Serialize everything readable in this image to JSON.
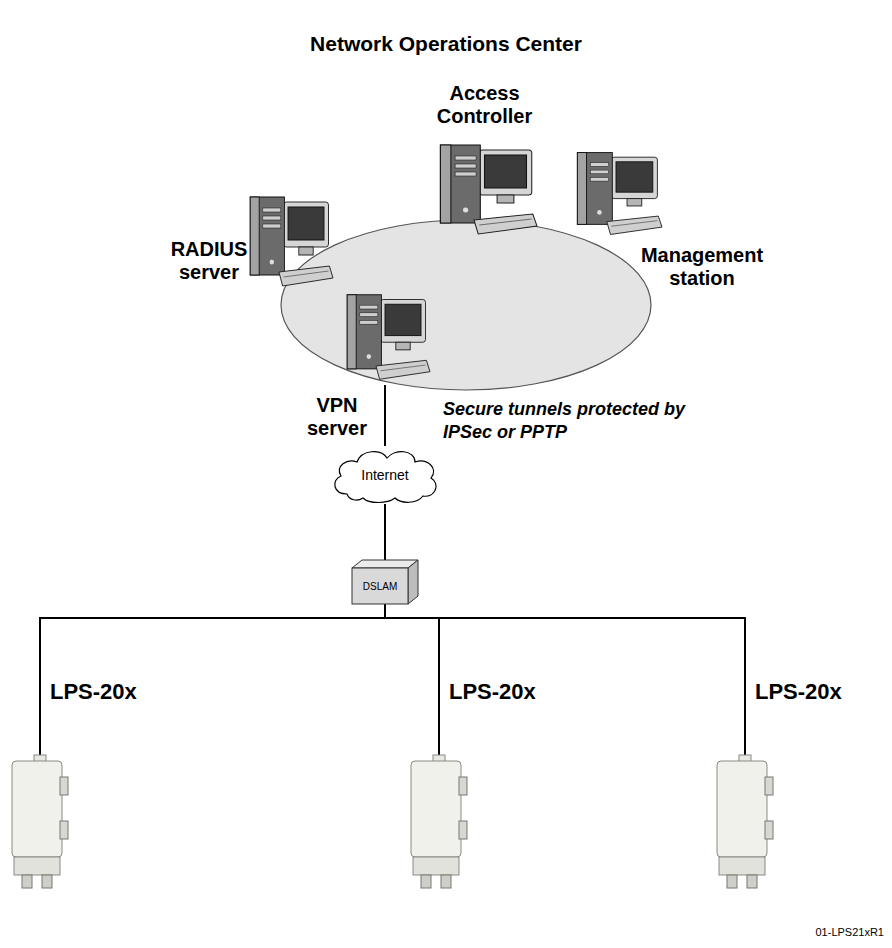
{
  "diagram": {
    "title": "Network Operations Center",
    "nodes": [
      {
        "text": [
          "Access Controller"
        ]
      },
      {
        "text": [
          "RADIUS server"
        ]
      },
      {
        "text": [
          "Management station"
        ]
      },
      {
        "text": [
          "VPN server"
        ]
      },
      {
        "text": [
          "Internet"
        ]
      },
      {
        "text": [
          "DSLAM"
        ]
      },
      {
        "text": [
          "LPS-20x"
        ]
      },
      {
        "text": [
          "LPS-20x"
        ]
      },
      {
        "text": [
          "LPS-20x"
        ]
      }
    ],
    "edges": [
      {
        "from": 3,
        "to": 4,
        "arrow": "none"
      },
      {
        "from": 4,
        "to": 5,
        "arrow": "none"
      },
      {
        "from": 5,
        "to": 6,
        "arrow": "none"
      },
      {
        "from": 5,
        "to": 7,
        "arrow": "none"
      },
      {
        "from": 5,
        "to": 8,
        "arrow": "none"
      }
    ],
    "labels": [
      "Secure tunnels protected by IPSec or PPTP",
      "01-LPS21xR1"
    ]
  }
}
